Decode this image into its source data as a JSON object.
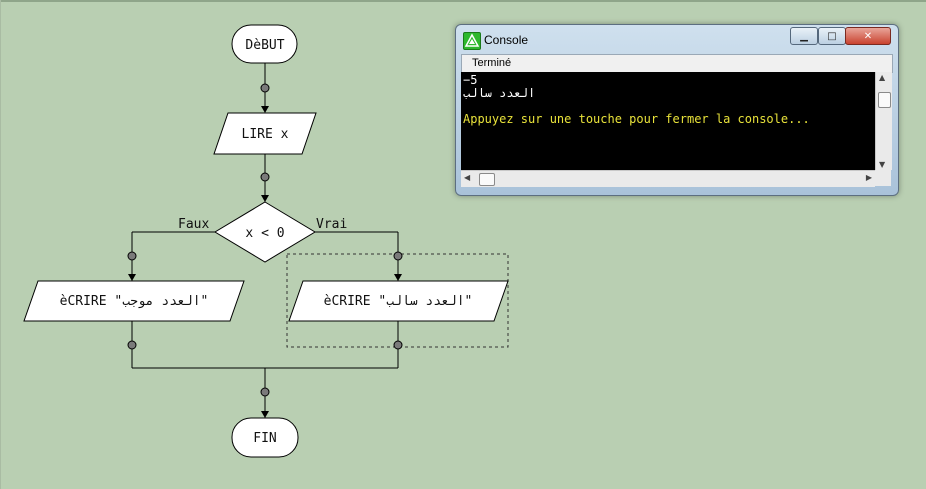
{
  "flowchart": {
    "start_label": "DèBUT",
    "read_label": "LIRE x",
    "decision_label": "x < 0",
    "false_label": "Faux",
    "true_label": "Vrai",
    "write_false_label": "èCRIRE \"العدد موجب\"",
    "write_true_label": "èCRIRE \"العدد سالب\"",
    "end_label": "FIN"
  },
  "console": {
    "title": "Console",
    "status_tab": "Terminé",
    "output_line1": "−5",
    "output_line2": "العدد سالب",
    "output_prompt": "Appuyez sur une touche pour fermer la console...",
    "minimize_glyph": "▁",
    "maximize_glyph": "□",
    "close_glyph": "✕"
  },
  "colors": {
    "background": "#b9cfb2",
    "terminal_bg": "#000000",
    "prompt_text": "#e8e23a"
  }
}
